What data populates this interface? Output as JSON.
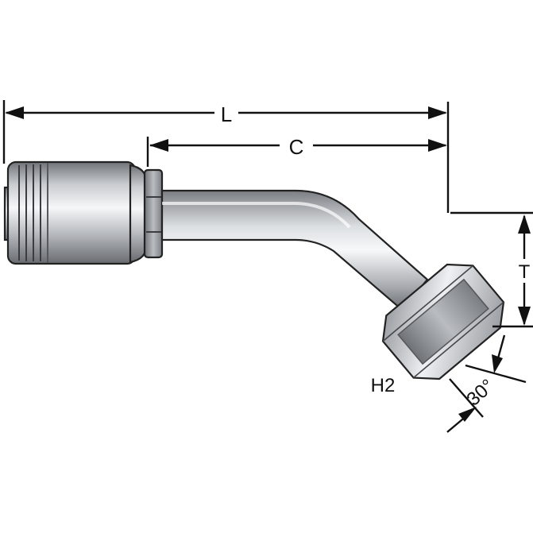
{
  "diagram": {
    "labels": {
      "length": "L",
      "cutoff": "C",
      "offset": "T",
      "hex": "H2",
      "angle": "30°"
    },
    "colors": {
      "line": "#111111",
      "metal_dark": "#6f7277",
      "metal_light": "#f4f5f6",
      "outline": "#222222"
    }
  }
}
